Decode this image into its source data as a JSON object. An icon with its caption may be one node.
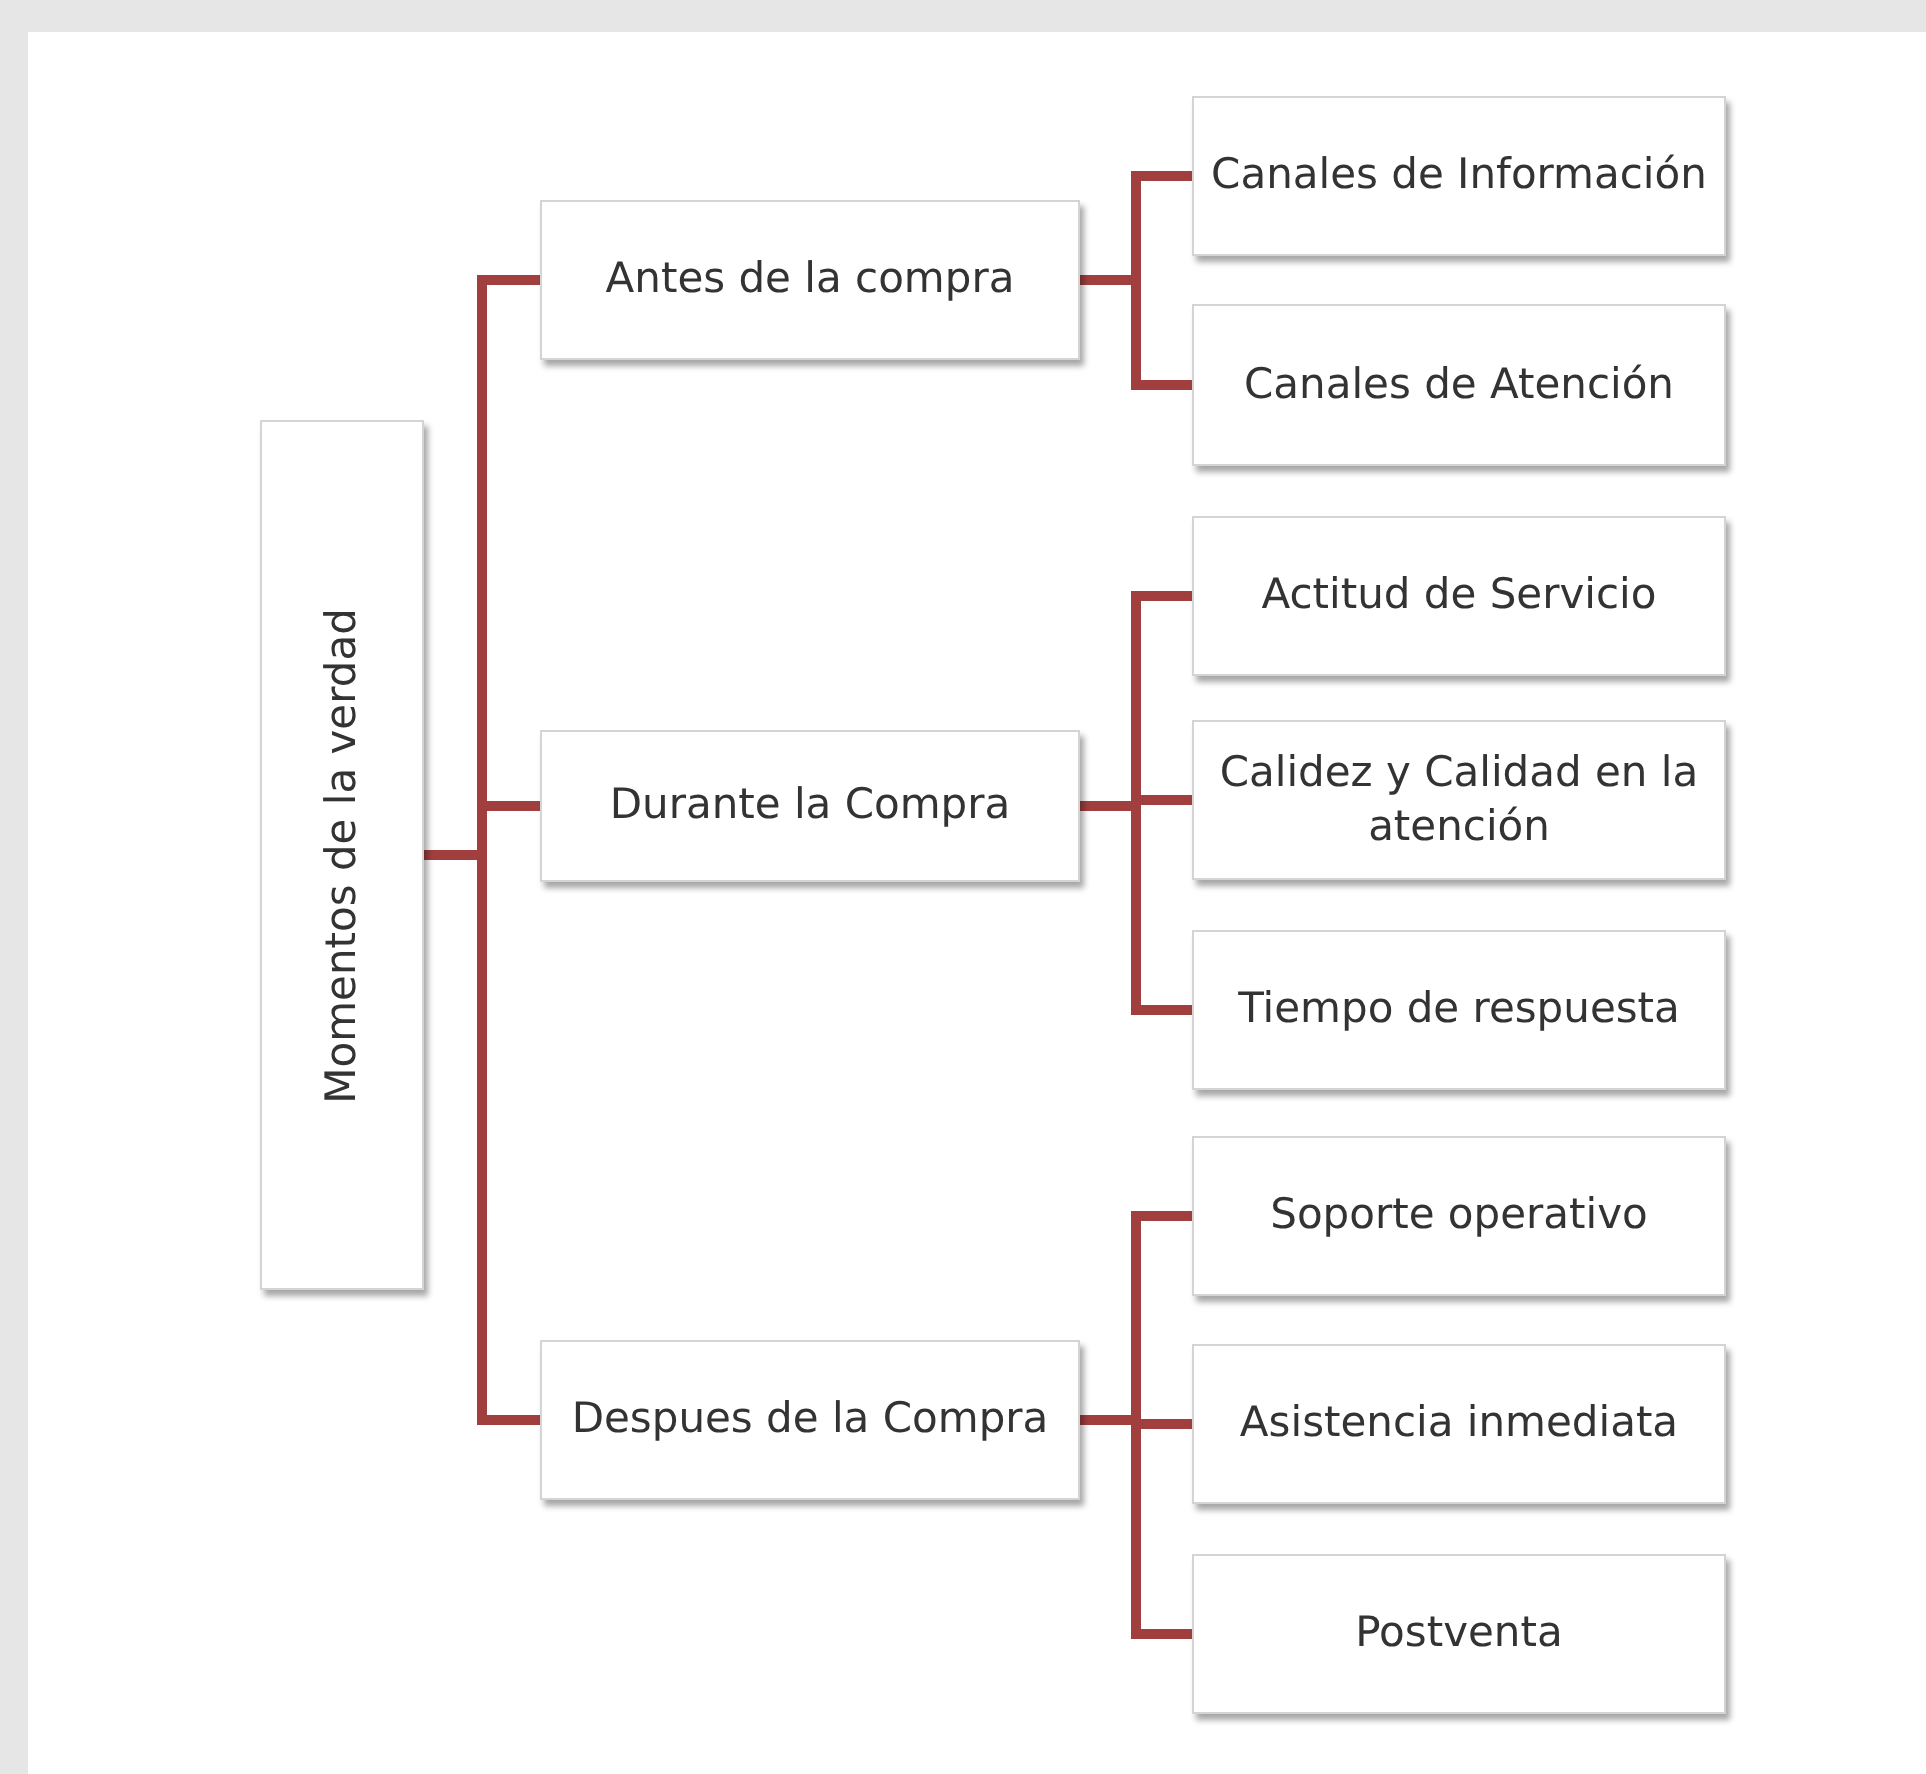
{
  "diagram": {
    "nodes": [
      {
        "text": [
          "Momentos de la verdad"
        ]
      },
      {
        "text": [
          "Antes de la compra"
        ]
      },
      {
        "text": [
          "Durante la Compra"
        ]
      },
      {
        "text": [
          "Despues de la Compra"
        ]
      },
      {
        "text": [
          "Canales de Información"
        ]
      },
      {
        "text": [
          "Canales de Atención"
        ]
      },
      {
        "text": [
          "Actitud de Servicio"
        ]
      },
      {
        "text": [
          "Calidez y Calidad en la atención"
        ]
      },
      {
        "text": [
          "Tiempo de respuesta"
        ]
      },
      {
        "text": [
          "Soporte operativo"
        ]
      },
      {
        "text": [
          "Asistencia inmediata"
        ]
      },
      {
        "text": [
          "Postventa"
        ]
      }
    ],
    "edges": [
      {
        "from": 0,
        "to": 1,
        "arrow": "none"
      },
      {
        "from": 0,
        "to": 2,
        "arrow": "none"
      },
      {
        "from": 0,
        "to": 3,
        "arrow": "none"
      },
      {
        "from": 1,
        "to": 4,
        "arrow": "none"
      },
      {
        "from": 1,
        "to": 5,
        "arrow": "none"
      },
      {
        "from": 2,
        "to": 6,
        "arrow": "none"
      },
      {
        "from": 2,
        "to": 7,
        "arrow": "none"
      },
      {
        "from": 2,
        "to": 8,
        "arrow": "none"
      },
      {
        "from": 3,
        "to": 9,
        "arrow": "none"
      },
      {
        "from": 3,
        "to": 10,
        "arrow": "none"
      },
      {
        "from": 3,
        "to": 11,
        "arrow": "none"
      }
    ]
  }
}
